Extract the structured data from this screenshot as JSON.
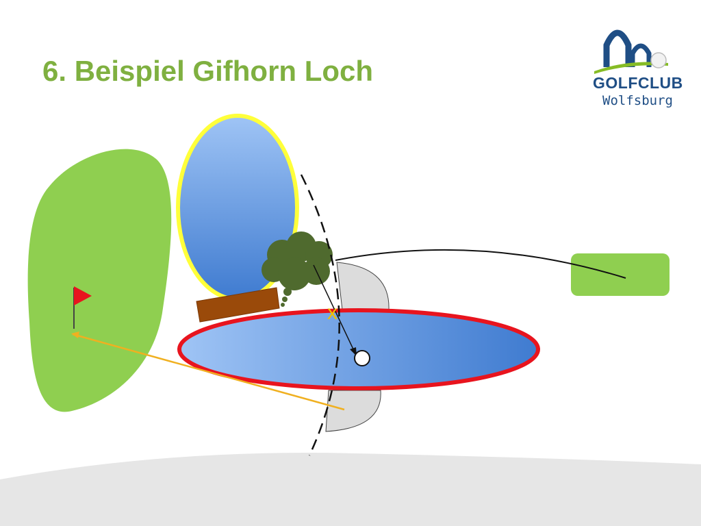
{
  "title": "6. Beispiel Gifhorn Loch",
  "logo": {
    "name": "GOLFCLUB",
    "subname": "Wolfsburg",
    "blue": "#1f4e85",
    "green": "#86bc25"
  },
  "diagram": {
    "ball_position_marker": "x",
    "colors": {
      "title": "#7fb040",
      "green_area": "#8fcf50",
      "water": "#5b90d8",
      "water_light": "#9fc4f5",
      "water_dark": "#3f7bd0",
      "hazard_yellow": "#ffff3a",
      "hazard_red": "#e8141e",
      "bunker": "#dcdcdc",
      "tree": "#4f6a2e",
      "bridge": "#9a4a0a",
      "flag": "#e8141e",
      "drop_line": "#f0b020",
      "marker": "#f0c000",
      "background_hill": "#e6e6e6"
    }
  }
}
